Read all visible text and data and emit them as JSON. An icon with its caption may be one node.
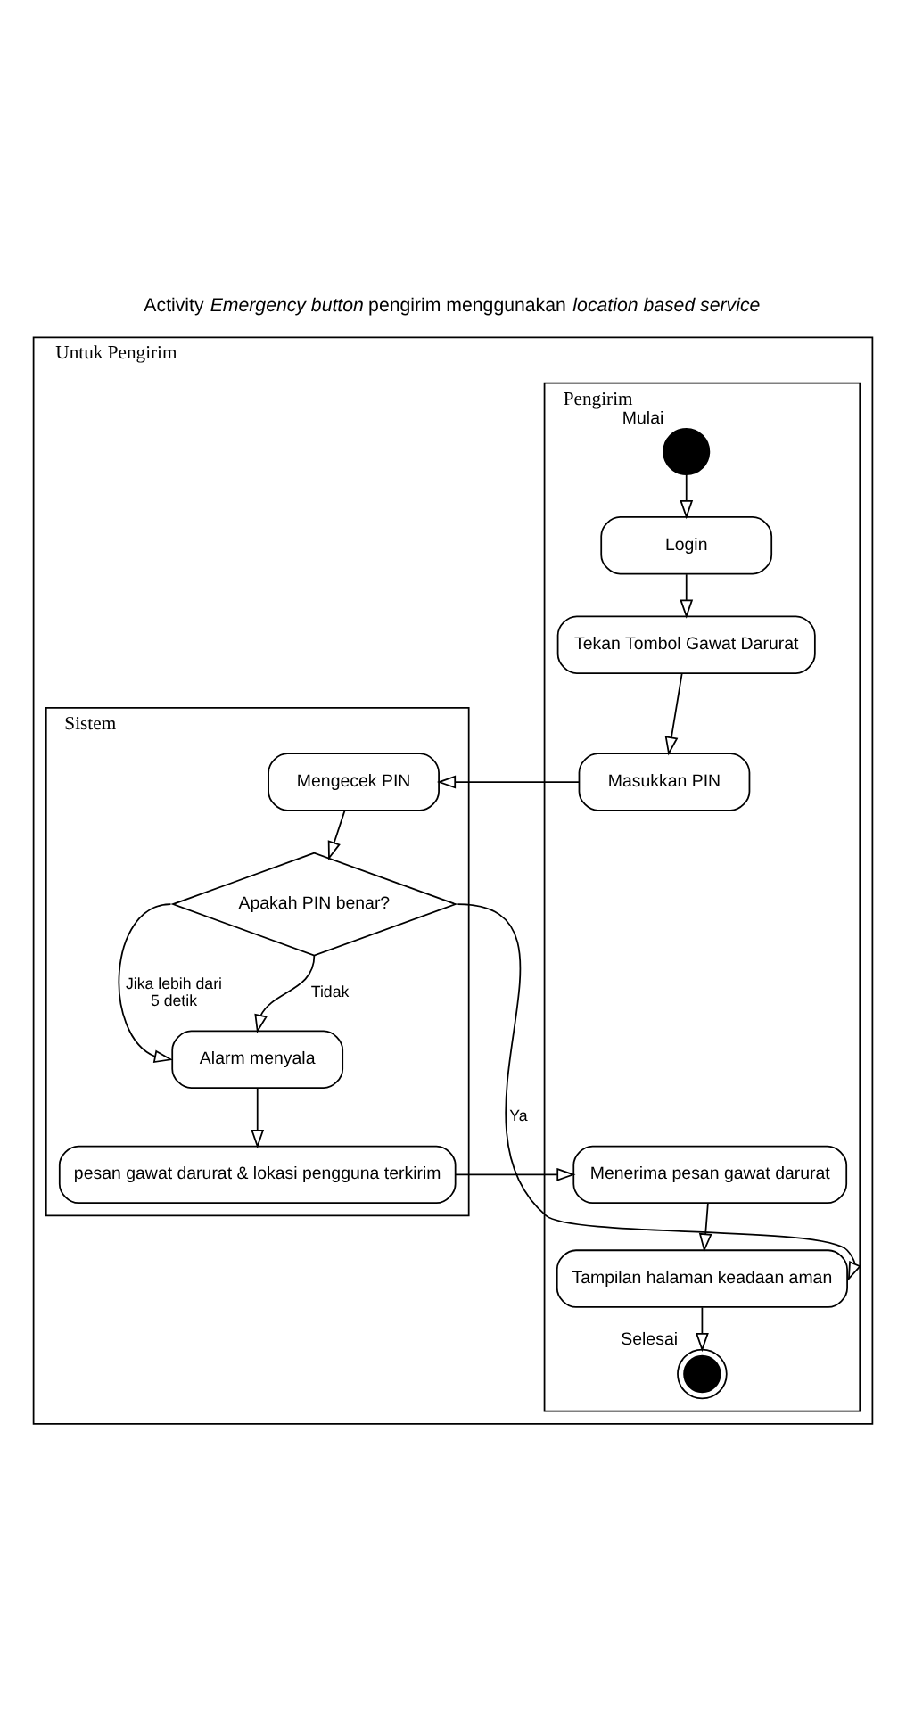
{
  "diagram": {
    "title": "Activity *Emergency button* pengirim menggunakan *location based service*",
    "nodes": [
      {
        "text": [
          "Untuk Pengirim"
        ]
      },
      {
        "text": [
          "Pengirim"
        ],
        "in": 0
      },
      {
        "text": [
          "Sistem"
        ],
        "in": 0
      },
      {
        "text": [],
        "shape": "circle",
        "in": 1,
        "beside": [
          "Mulai"
        ]
      },
      {
        "text": [
          "Login"
        ],
        "in": 1
      },
      {
        "text": [
          "Tekan Tombol Gawat Darurat"
        ],
        "in": 1
      },
      {
        "text": [
          "Masukkan PIN"
        ],
        "in": 1
      },
      {
        "text": [
          "Mengecek PIN"
        ],
        "in": 2
      },
      {
        "text": [
          "Apakah PIN benar?"
        ],
        "in": 2
      },
      {
        "text": [
          "Alarm menyala"
        ],
        "in": 2
      },
      {
        "text": [
          "pesan gawat darurat & lokasi pengguna terkirim"
        ],
        "in": 2
      },
      {
        "text": [
          "Menerima pesan gawat darurat"
        ],
        "in": 1
      },
      {
        "text": [
          "Tampilan halaman keadaan aman"
        ],
        "in": 1
      },
      {
        "text": [],
        "shape": "circle",
        "in": 1,
        "beside": [
          "Selesai"
        ]
      }
    ],
    "edges": [
      {
        "from": 3,
        "to": 4,
        "arrow": "to"
      },
      {
        "from": 4,
        "to": 5,
        "arrow": "to"
      },
      {
        "from": 5,
        "to": 6,
        "arrow": "to"
      },
      {
        "from": 6,
        "to": 7,
        "arrow": "to"
      },
      {
        "from": 7,
        "to": 8,
        "arrow": "to"
      },
      {
        "from": 8,
        "to": 9,
        "arrow": "to",
        "label": "Jika lebih dari 5 detik"
      },
      {
        "from": 8,
        "to": 9,
        "arrow": "to",
        "label": "Tidak"
      },
      {
        "from": 8,
        "to": 12,
        "arrow": "to",
        "label": "Ya"
      },
      {
        "from": 9,
        "to": 10,
        "arrow": "to"
      },
      {
        "from": 10,
        "to": 11,
        "arrow": "to"
      },
      {
        "from": 11,
        "to": 12,
        "arrow": "to"
      },
      {
        "from": 12,
        "to": 13,
        "arrow": "to"
      }
    ]
  }
}
